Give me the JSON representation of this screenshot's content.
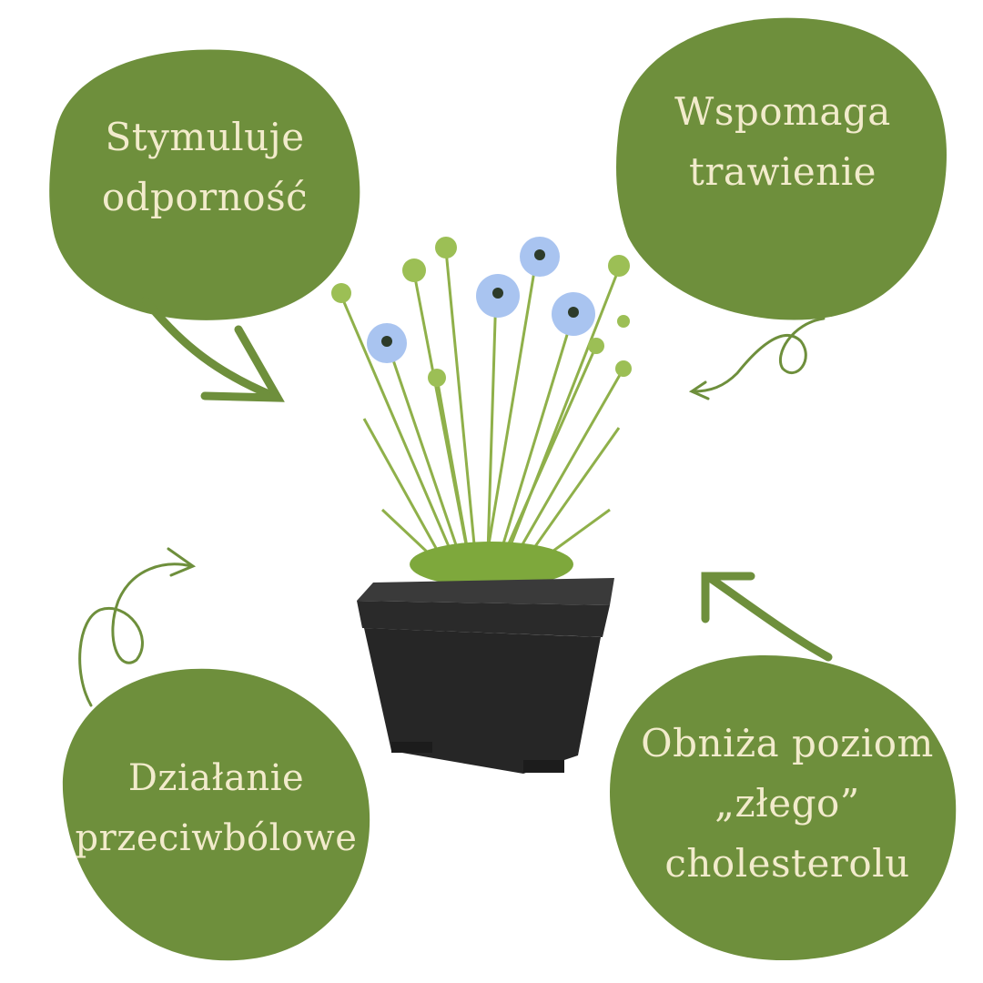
{
  "colors": {
    "blob": "#6e8f3c",
    "text": "#f2ebcc",
    "pot": "#2a2a2a",
    "leaf": "#8fb04a",
    "flower": "#a9c4f0"
  },
  "benefits": [
    {
      "lines": [
        "Stymuluje",
        "odporność"
      ]
    },
    {
      "lines": [
        "Wspomaga",
        "trawienie"
      ]
    },
    {
      "lines": [
        "Działanie",
        "przeciwbólowe"
      ]
    },
    {
      "lines": [
        "Obniża poziom",
        "„złego”",
        "cholesterolu"
      ]
    }
  ]
}
